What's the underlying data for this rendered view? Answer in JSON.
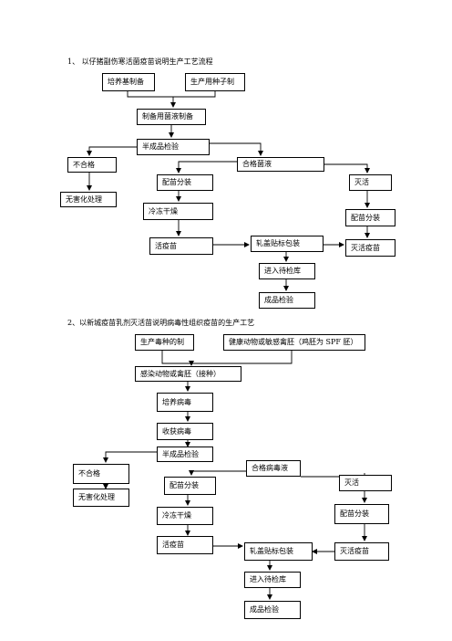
{
  "section1": {
    "heading": "1、 以仔猪副伤寒活菌疫苗说明生产工艺流程",
    "nodes": {
      "medium": "培养基制备",
      "seed": "生产用种子制",
      "culture": "制备用菌液制备",
      "semi_check": "半成品检验",
      "fail": "不合格",
      "harmless": "无害化处理",
      "pass": "合格菌液",
      "dispense_live": "配苗分装",
      "freeze_dry": "冷冻干燥",
      "live_vaccine": "活疫苗",
      "seal_label": "轧盖贴标包装",
      "inactivate": "灭活",
      "dispense_inact": "配苗分装",
      "inact_vaccine": "灭活疫苗",
      "storage": "进入待检库",
      "final_check": "成品检验"
    }
  },
  "section2": {
    "heading": "2、以新城疫苗乳剂灭活苗说明病毒性组织疫苗的生产工艺",
    "nodes": {
      "virus_seed": "生产毒种的制",
      "embryo_source": "健康动物或敏感禽胚（鸡胚为 SPF 胚）",
      "infect": "感染动物或禽胚（接种）",
      "cultivate": "培养病毒",
      "harvest": "收获病毒",
      "semi_check": "半成品检验",
      "fail": "不合格",
      "harmless": "无害化处理",
      "pass": "合格病毒液",
      "dispense_live": "配苗分装",
      "inactivate": "灭活",
      "freeze_dry": "冷冻干燥",
      "dispense_inact": "配苗分装",
      "live_vaccine": "活疫苗",
      "seal_label": "轧盖贴标包装",
      "inact_vaccine": "灭活疫苗",
      "storage": "进入待检库",
      "final_check": "成品检验"
    }
  }
}
